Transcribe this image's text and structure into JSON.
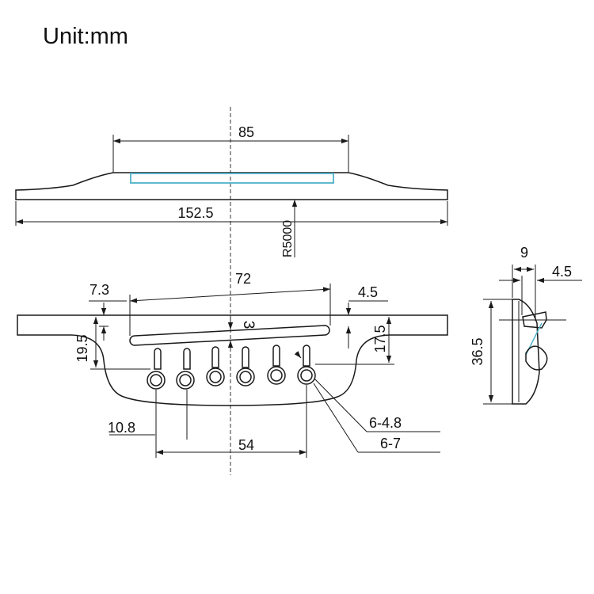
{
  "title": "Unit:mm",
  "colors": {
    "line": "#1a1a1a",
    "saddle_slot": "#4fb3c8",
    "background": "#ffffff"
  },
  "top_view": {
    "saddle_width": "85",
    "overall_length": "152.5",
    "radius": "R5000"
  },
  "front_view": {
    "slot_length": "72",
    "slot_edge_offset": "7.3",
    "slot_to_edge": "4.5",
    "slot_gap": "3",
    "left_height": "19.5",
    "right_height": "17.5",
    "hole_offset": "10.8",
    "hole_span": "54",
    "pin_hole_small": "6-4.8",
    "pin_hole_large": "6-7"
  },
  "side_view": {
    "width": "9",
    "saddle_thickness": "4.5",
    "height": "36.5"
  }
}
